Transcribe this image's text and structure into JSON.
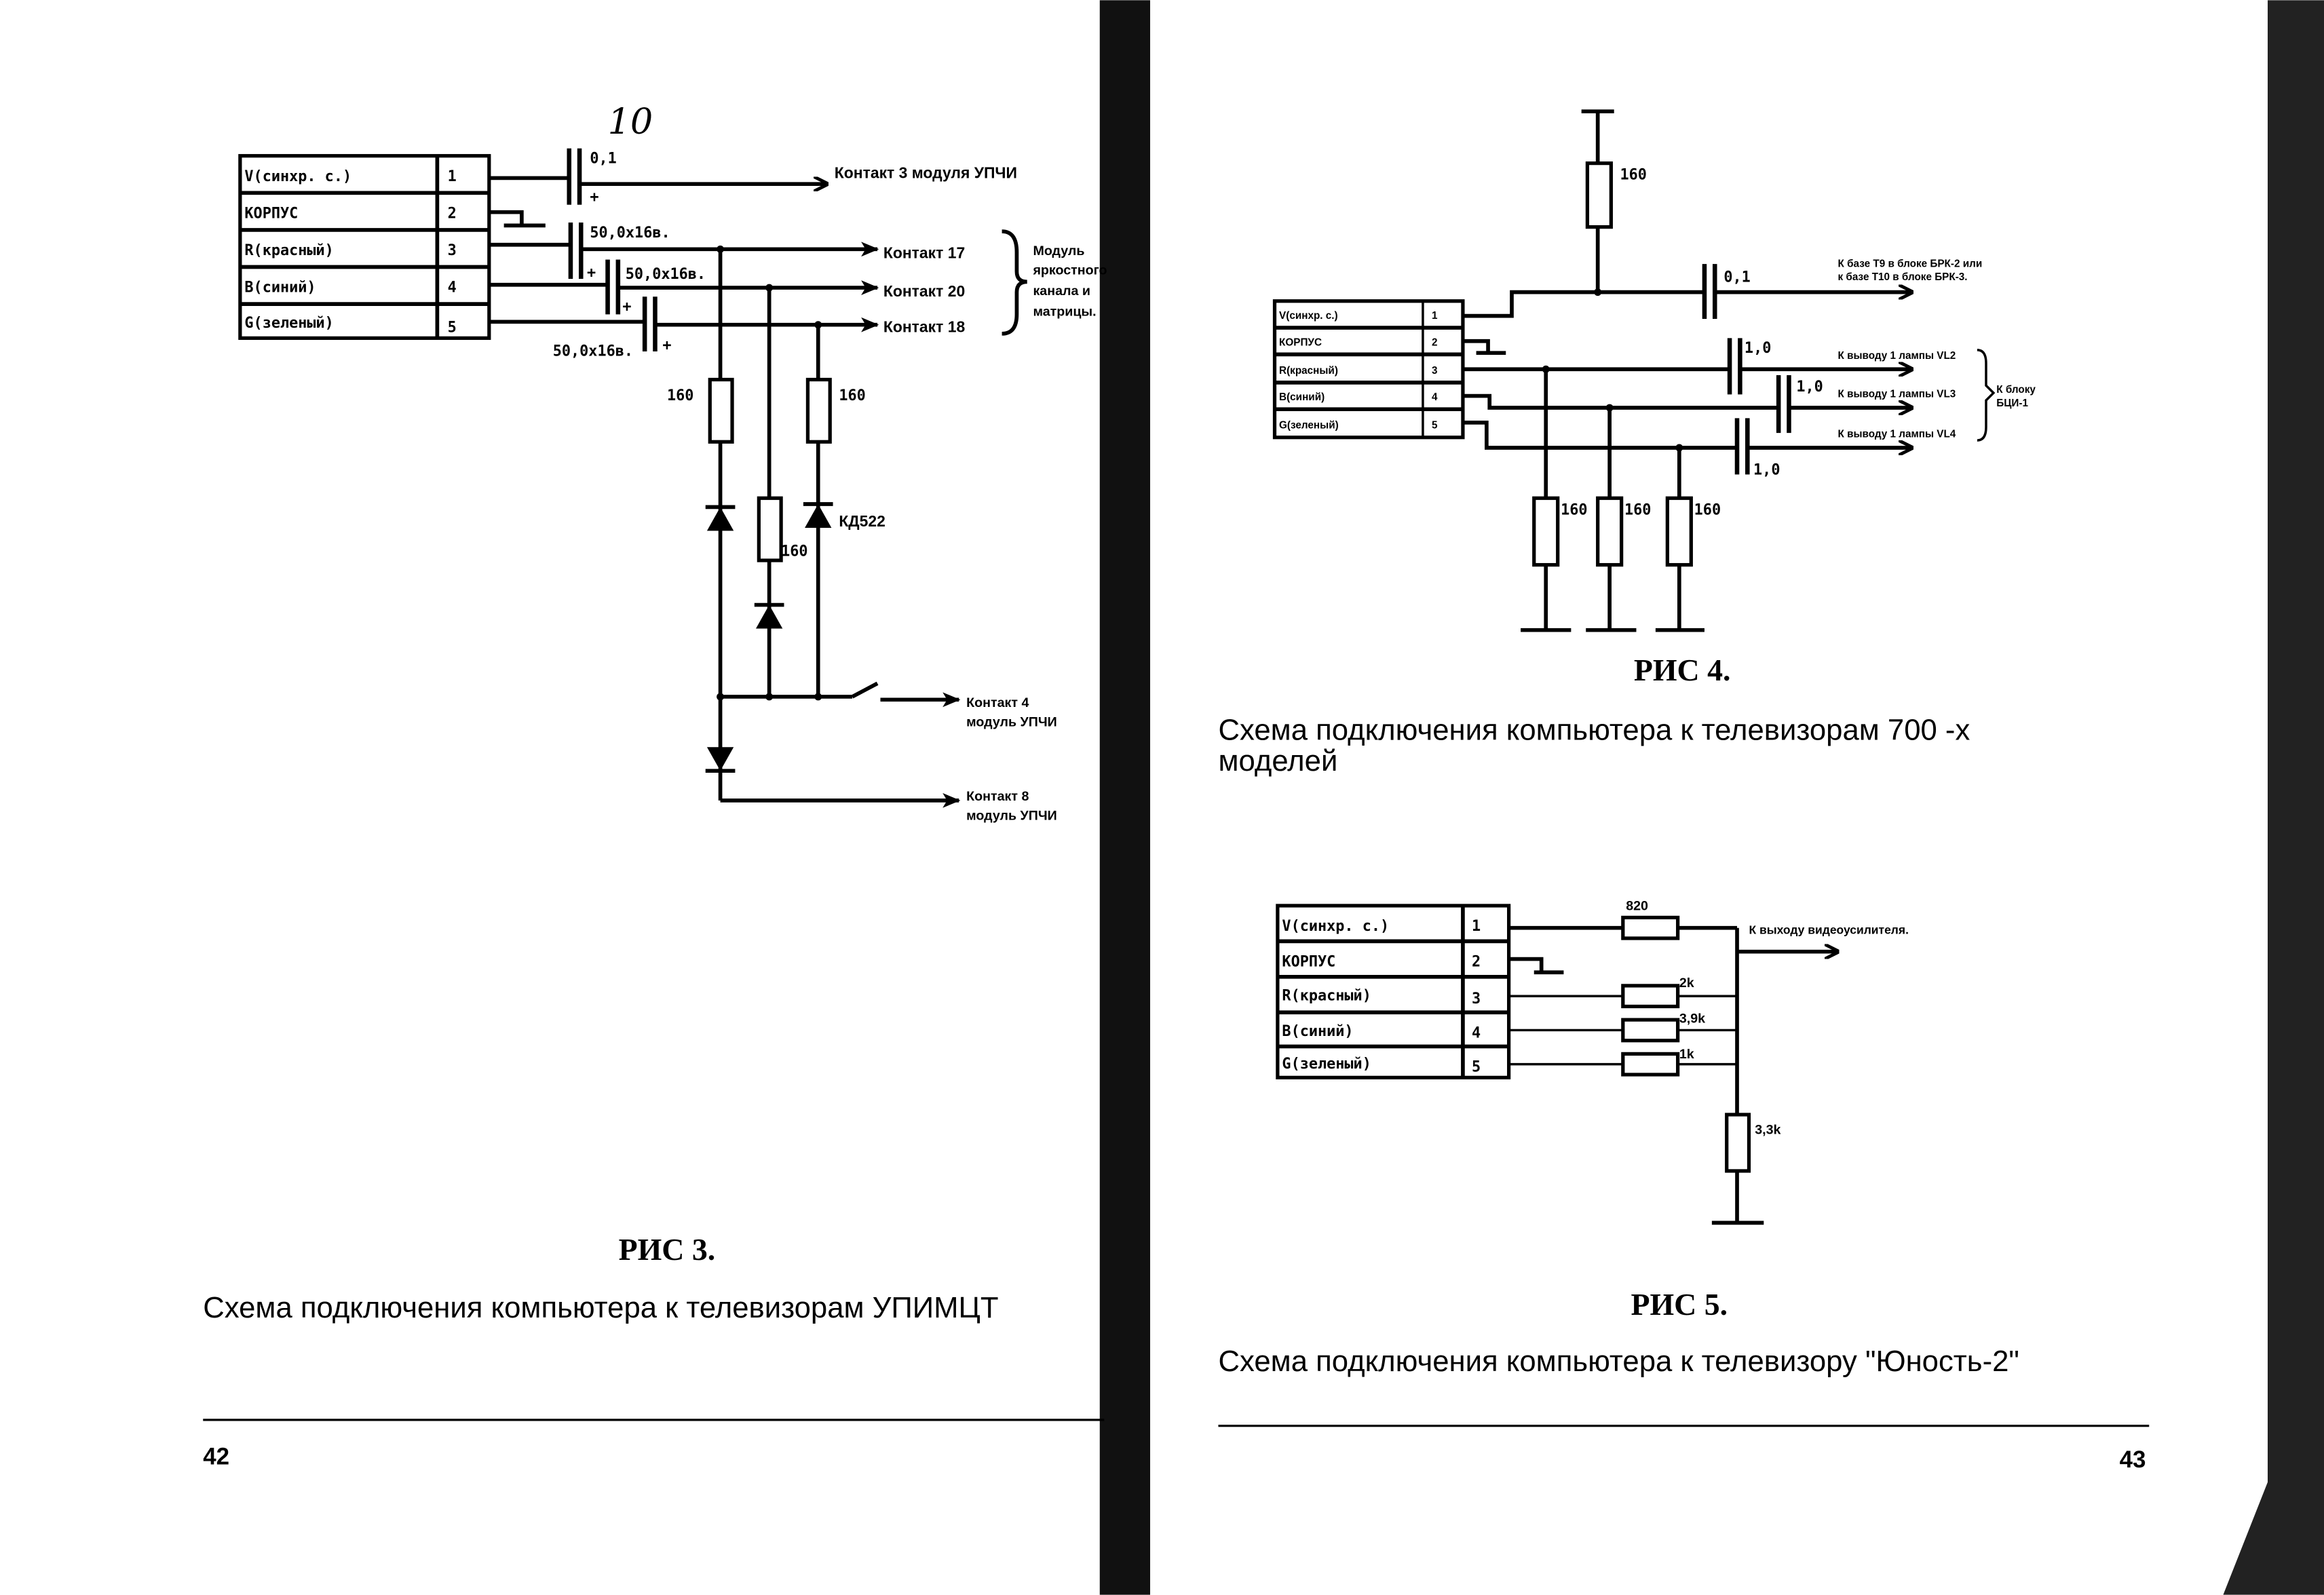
{
  "left_page": {
    "page_number": "42",
    "figure_label": "РИС 3.",
    "caption": "Схема подключения компьютера к телевизорам УПИМЦТ",
    "handwritten_note": "10",
    "connector": {
      "rows": [
        {
          "name": "V(синхр. с.)",
          "pin": "1"
        },
        {
          "name": "КОРПУС",
          "pin": "2"
        },
        {
          "name": "R(красный)",
          "pin": "3"
        },
        {
          "name": "B(синий)",
          "pin": "4"
        },
        {
          "name": "G(зеленый)",
          "pin": "5"
        }
      ]
    },
    "capacitors": [
      "0,1",
      "50,0x16в.",
      "50,0x16в.",
      "50,0x16в."
    ],
    "plus": "+",
    "resistors": [
      "160",
      "160",
      "160"
    ],
    "diode_label": "КД522",
    "outputs": {
      "c3": "Контакт 3 модуля УПЧИ",
      "c17": "Контакт 17",
      "c20": "Контакт 20",
      "c18": "Контакт 18",
      "module": [
        "Модуль",
        "яркостного",
        "канала и",
        "матрицы."
      ],
      "c4": [
        "Контакт 4",
        "модуль УПЧИ"
      ],
      "c8": [
        "Контакт 8",
        "модуль УПЧИ"
      ]
    }
  },
  "right_page": {
    "page_number": "43",
    "fig4": {
      "figure_label": "РИС 4.",
      "caption_lines": [
        "Схема подключения компьютера к телевизорам 700 -х",
        "моделей"
      ],
      "connector": {
        "rows": [
          {
            "name": "V(синхр. с.)",
            "pin": "1"
          },
          {
            "name": "КОРПУС",
            "pin": "2"
          },
          {
            "name": "R(красный)",
            "pin": "3"
          },
          {
            "name": "B(синий)",
            "pin": "4"
          },
          {
            "name": "G(зеленый)",
            "pin": "5"
          }
        ]
      },
      "top_resistor": "160",
      "sync_cap": "0,1",
      "sync_target": [
        "К базе Т9 в блоке БРК-2 или",
        "к базе Т10 в блоке БРК-3."
      ],
      "caps": [
        "1,0",
        "1,0",
        "1,0"
      ],
      "targets": [
        "К выводу 1 лампы VL2",
        "К выводу 1 лампы VL3",
        "К выводу 1 лампы VL4"
      ],
      "block": [
        "К блоку",
        "БЦИ-1"
      ],
      "resistors": [
        "160",
        "160",
        "160"
      ]
    },
    "fig5": {
      "figure_label": "РИС 5.",
      "caption": "Схема подключения компьютера к телевизору \"Юность-2\"",
      "connector": {
        "rows": [
          {
            "name": "V(синхр. с.)",
            "pin": "1"
          },
          {
            "name": "КОРПУС",
            "pin": "2"
          },
          {
            "name": "R(красный)",
            "pin": "3"
          },
          {
            "name": "B(синий)",
            "pin": "4"
          },
          {
            "name": "G(зеленый)",
            "pin": "5"
          }
        ]
      },
      "resistors": [
        "820",
        "2k",
        "3,9k",
        "1k",
        "3,3k"
      ],
      "output": "К выходу видеоусилителя."
    }
  }
}
